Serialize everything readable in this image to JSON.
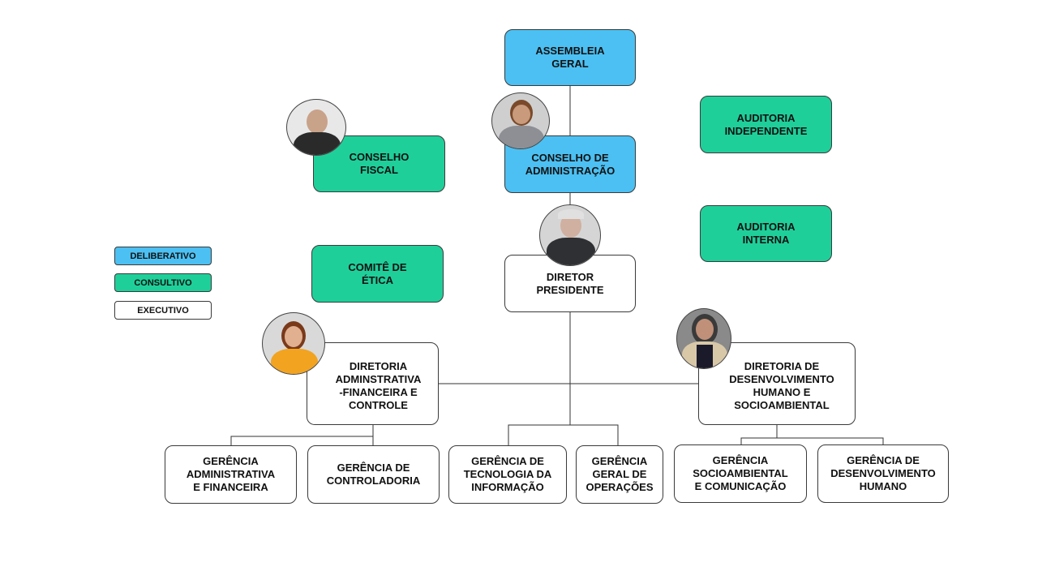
{
  "legend": {
    "deliberativo": "DELIBERATIVO",
    "consultivo": "CONSULTIVO",
    "executivo": "EXECUTIVO"
  },
  "colors": {
    "deliberativo": "#4cc0f2",
    "consultivo": "#1fcf9a",
    "executivo": "#ffffff"
  },
  "nodes": {
    "assembleia": "ASSEMBLEIA\nGERAL",
    "conselho_adm": "CONSELHO DE\nADMINISTRAÇÃO",
    "conselho_fiscal": "CONSELHO\nFISCAL",
    "auditoria_independente": "AUDITORIA\nINDEPENDENTE",
    "auditoria_interna": "AUDITORIA\nINTERNA",
    "comite_etica": "COMITÊ DE\nÉTICA",
    "diretor_presidente": "DIRETOR\nPRESIDENTE",
    "diretoria_adm": "DIRETORIA\nADMINSTRATIVA\n-FINANCEIRA E\nCONTROLE",
    "diretoria_dh": "DIRETORIA DE\nDESENVOLVIMENTO\nHUMANO E\nSOCIOAMBIENTAL",
    "ger_adm_fin": "GERÊNCIA\nADMINISTRATIVA\nE FINANCEIRA",
    "ger_controladoria": "GERÊNCIA DE\nCONTROLADORIA",
    "ger_ti": "GERÊNCIA DE\nTECNOLOGIA DA\nINFORMAÇÃO",
    "ger_operacoes": "GERÊNCIA\nGERAL DE\nOPERAÇÕES",
    "ger_socio": "GERÊNCIA\nSOCIOAMBIENTAL\nE COMUNICAÇÃO",
    "ger_dh": "GERÊNCIA DE\nDESENVOLVIMENTO\nHUMANO"
  }
}
